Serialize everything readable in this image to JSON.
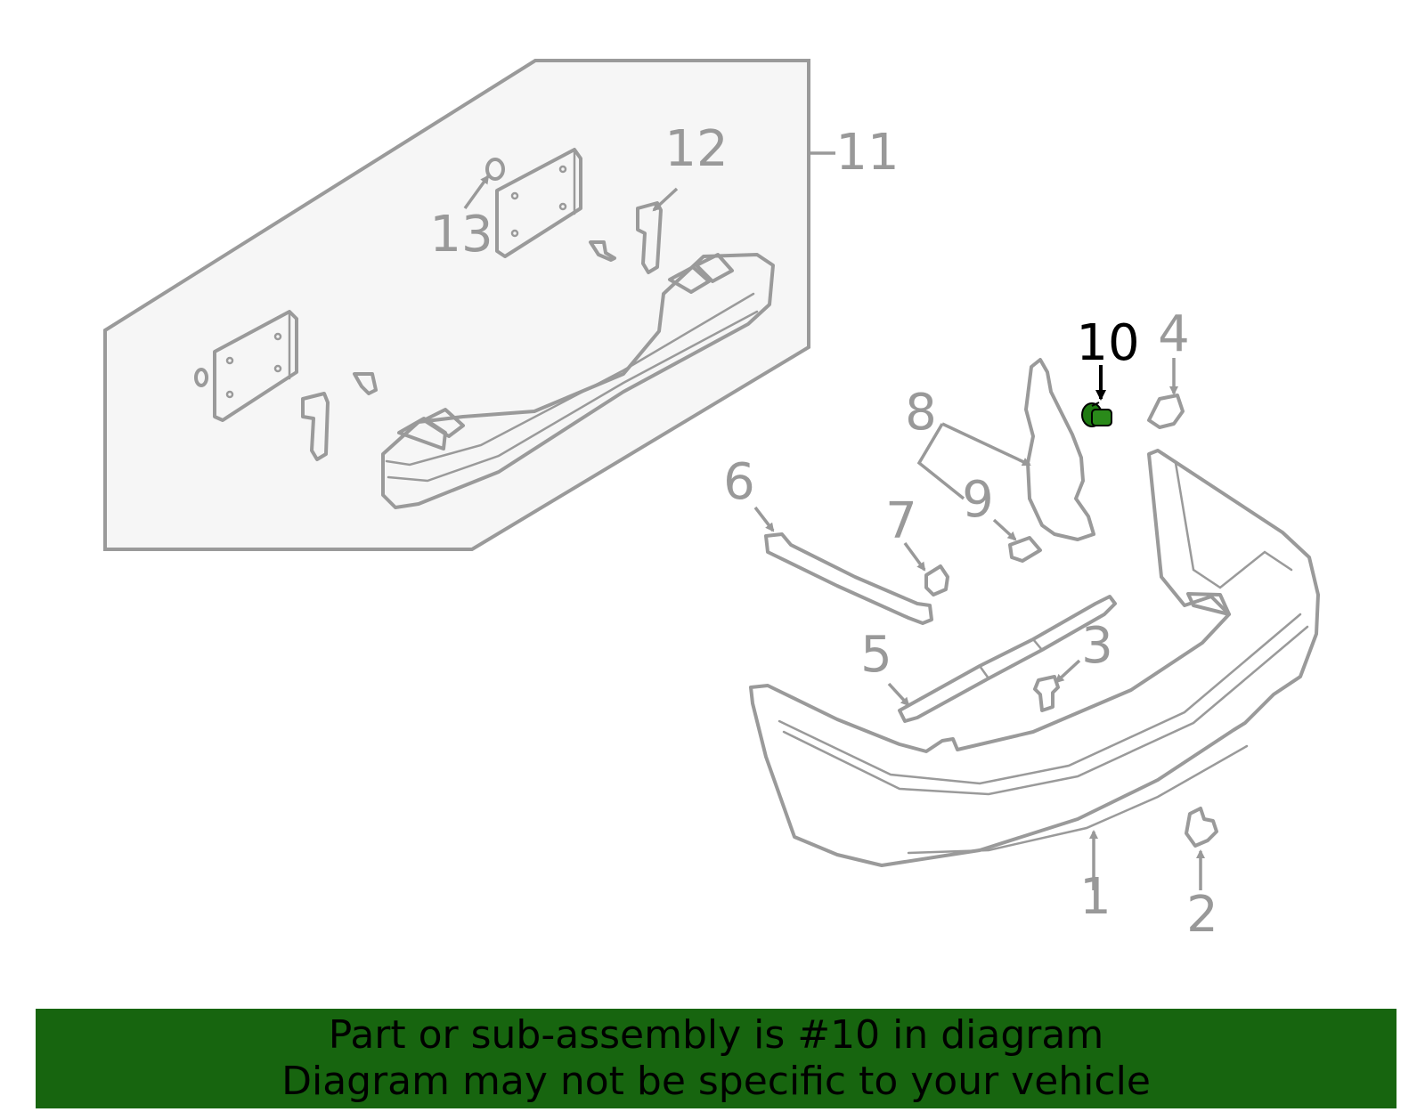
{
  "diagram": {
    "callouts": [
      "1",
      "2",
      "3",
      "4",
      "5",
      "6",
      "7",
      "8",
      "9",
      "10",
      "11",
      "12",
      "13"
    ],
    "highlighted_part": "10",
    "colors": {
      "line": "#9a9a9a",
      "highlight_fill": "#1f7a12",
      "highlight_text": "#000000",
      "subassembly_fill": "#f6f6f6"
    }
  },
  "banner": {
    "line1": "Part or sub-assembly is #10 in diagram",
    "line2": "Diagram may not be specific to your vehicle",
    "background": "#17650f"
  }
}
